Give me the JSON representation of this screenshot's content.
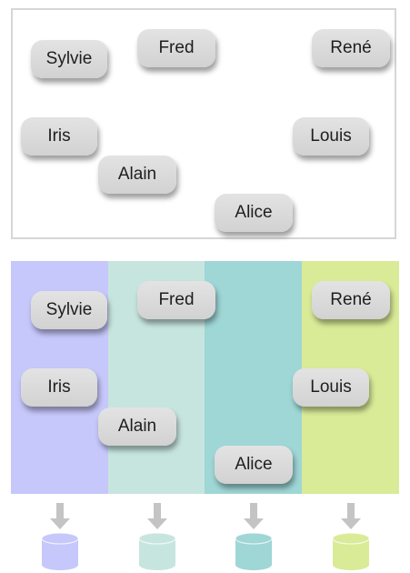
{
  "top_panel": {
    "names": [
      {
        "key": "sylvie",
        "label": "Sylvie"
      },
      {
        "key": "fred",
        "label": "Fred"
      },
      {
        "key": "rene",
        "label": "René"
      },
      {
        "key": "iris",
        "label": "Iris"
      },
      {
        "key": "louis",
        "label": "Louis"
      },
      {
        "key": "alain",
        "label": "Alain"
      },
      {
        "key": "alice",
        "label": "Alice"
      }
    ]
  },
  "partitioned_panel": {
    "band_colors": [
      "#c6c7fb",
      "#c7e5df",
      "#9fd6d6",
      "#d9eb97"
    ],
    "names": [
      {
        "key": "sylvie",
        "label": "Sylvie"
      },
      {
        "key": "fred",
        "label": "Fred"
      },
      {
        "key": "rene",
        "label": "René"
      },
      {
        "key": "iris",
        "label": "Iris"
      },
      {
        "key": "louis",
        "label": "Louis"
      },
      {
        "key": "alain",
        "label": "Alain"
      },
      {
        "key": "alice",
        "label": "Alice"
      }
    ]
  },
  "databases": [
    {
      "color": "#c6c7fb"
    },
    {
      "color": "#c7e5df"
    },
    {
      "color": "#9fd6d6"
    },
    {
      "color": "#d9eb97"
    }
  ],
  "arrow_color": "#c4c4c4"
}
